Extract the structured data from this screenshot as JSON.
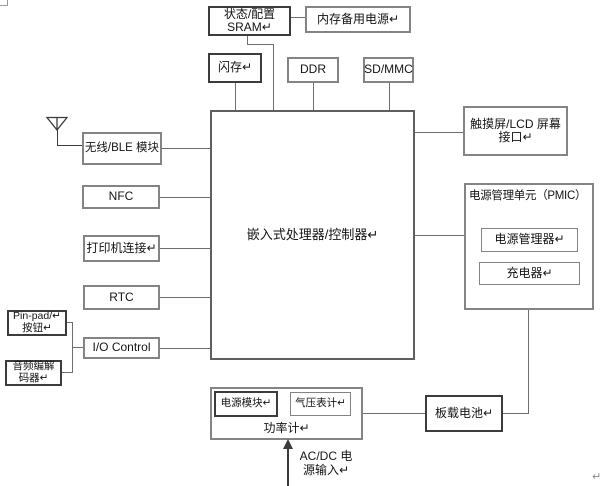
{
  "diagram_type": "block-diagram",
  "colors": {
    "background": "#ffffff",
    "line": "#6e6e6e",
    "box_border": "#848484",
    "dark_border": "#3c3c3c",
    "text": "#141414"
  },
  "boxes": {
    "sram": {
      "text": "状态/配置\nSRAM↵"
    },
    "memory_backup": {
      "text": "内存备用电源↵"
    },
    "flash": {
      "text": "闪存↵"
    },
    "ddr": {
      "text": "DDR"
    },
    "sdmmc": {
      "text": "SD/MMC"
    },
    "processor": {
      "text": "嵌入式处理器/控制器↵"
    },
    "wireless": {
      "text": "无线/BLE 模块"
    },
    "nfc": {
      "text": "NFC"
    },
    "printer": {
      "text": "打印机连接↵"
    },
    "rtc": {
      "text": "RTC"
    },
    "pinpad": {
      "text": "Pin-pad/↵\n按钮↵"
    },
    "io_control": {
      "text": "I/O Control"
    },
    "audio_codec": {
      "text": "音频编解\n码器↵"
    },
    "lcd_interface": {
      "text": "触摸屏/LCD 屏幕\n接口↵"
    },
    "pmic": {
      "title": "电源管理单元（PMIC）"
    },
    "power_manager": {
      "text": "电源管理器↵"
    },
    "charger": {
      "text": "充电器↵"
    },
    "battery": {
      "text": "板载电池↵"
    },
    "power_meter": {
      "label": "功率计↵"
    },
    "power_module": {
      "text": "电源模块↵"
    },
    "pressure_gauge": {
      "text": "气压表计↵"
    }
  },
  "labels": {
    "acdc_input": "AC/DC 电\n源输入↵",
    "paragraph_mark": "↵"
  },
  "icons": {
    "antenna": "antenna-icon",
    "ac_input_arrow": "arrow-up-icon"
  }
}
